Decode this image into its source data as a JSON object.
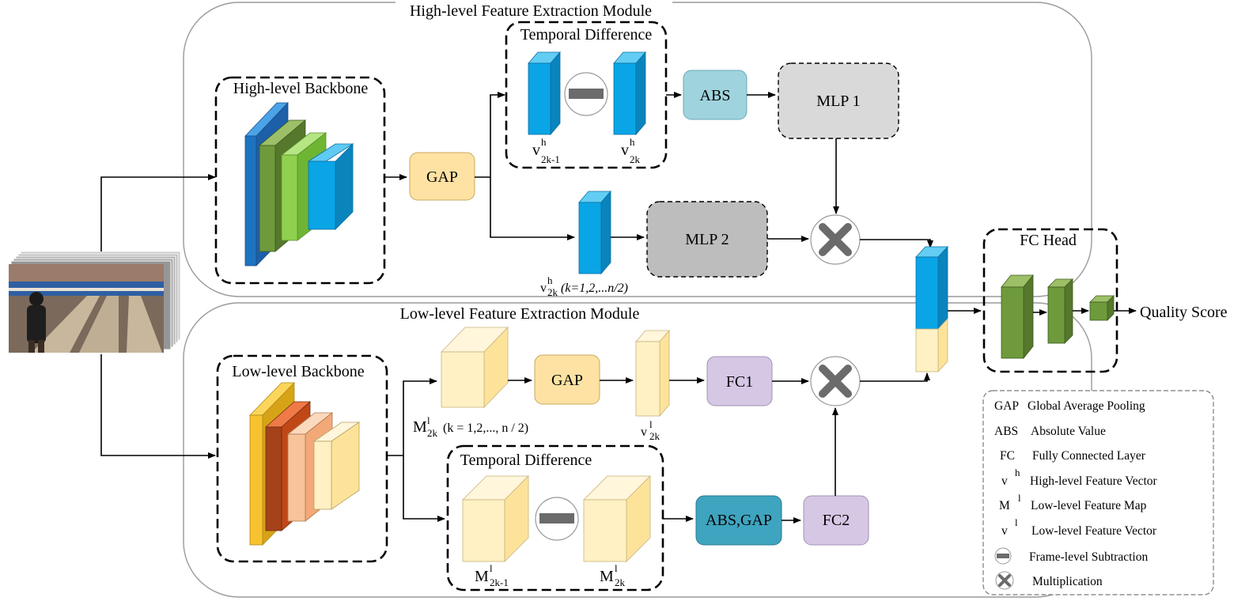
{
  "modules": {
    "high_title": "High-level Feature Extraction Module",
    "low_title": "Low-level Feature Extraction Module"
  },
  "high": {
    "backbone_label": "High-level Backbone",
    "gap_label": "GAP",
    "temporal_diff_label": "Temporal Difference",
    "abs_label": "ABS",
    "mlp1_label": "MLP 1",
    "mlp2_label": "MLP 2",
    "v_base": "v",
    "v_sup": "h",
    "v_prev_sub": "2k-1",
    "v_cur_sub": "2k",
    "v_k_sub": "2k",
    "v_k_range": "(k=1,2,...n/2)"
  },
  "low": {
    "backbone_label": "Low-level Backbone",
    "gap_label": "GAP",
    "fc1_label": "FC1",
    "fc2_label": "FC2",
    "abs_gap_label": "ABS,GAP",
    "temporal_diff_label": "Temporal Difference",
    "m_base": "M",
    "m_sup": "l",
    "m_sub": "2k",
    "m_range": "(k = 1,2,..., n / 2)",
    "m_prev_sub": "2k-1",
    "m_cur_sub": "2k",
    "v_base": "v",
    "v_sup": "l",
    "v_sub": "2k"
  },
  "head": {
    "fc_head_label": "FC Head",
    "output_label": "Quality Score"
  },
  "legend": [
    {
      "key": "GAP",
      "desc": "Global Average Pooling"
    },
    {
      "key": "ABS",
      "desc": "Absolute Value"
    },
    {
      "key": "FC",
      "desc": "Fully Connected Layer"
    },
    {
      "key": "v",
      "sup": "h",
      "desc": "High-level Feature Vector"
    },
    {
      "key": "M",
      "sup": "l",
      "desc": "Low-level Feature Map"
    },
    {
      "key": "v",
      "sup": "l",
      "desc": "Low-level Feature Vector"
    },
    {
      "icon": "minus-circle-icon",
      "desc": "Frame-level Subtraction"
    },
    {
      "icon": "multiply-circle-icon",
      "desc": "Multiplication"
    }
  ],
  "colors": {
    "high_blue": "#0aa5e6",
    "dark_blue": "#1e73be",
    "olive": "#6e9a3c",
    "light_green": "#8fd14f",
    "gap_box": "#fde2a3",
    "abs_box": "#9fd3de",
    "mlp_box": "#d9d9d9",
    "mlp2_box": "#bdbdbd",
    "fc_box": "#d6c7e5",
    "abs_gap_box": "#3fa4bf",
    "low_yellow": "#fff1c4",
    "low_orange": "#ef5b25",
    "low_gold": "#f7c22e",
    "low_peach": "#f8c29a"
  }
}
